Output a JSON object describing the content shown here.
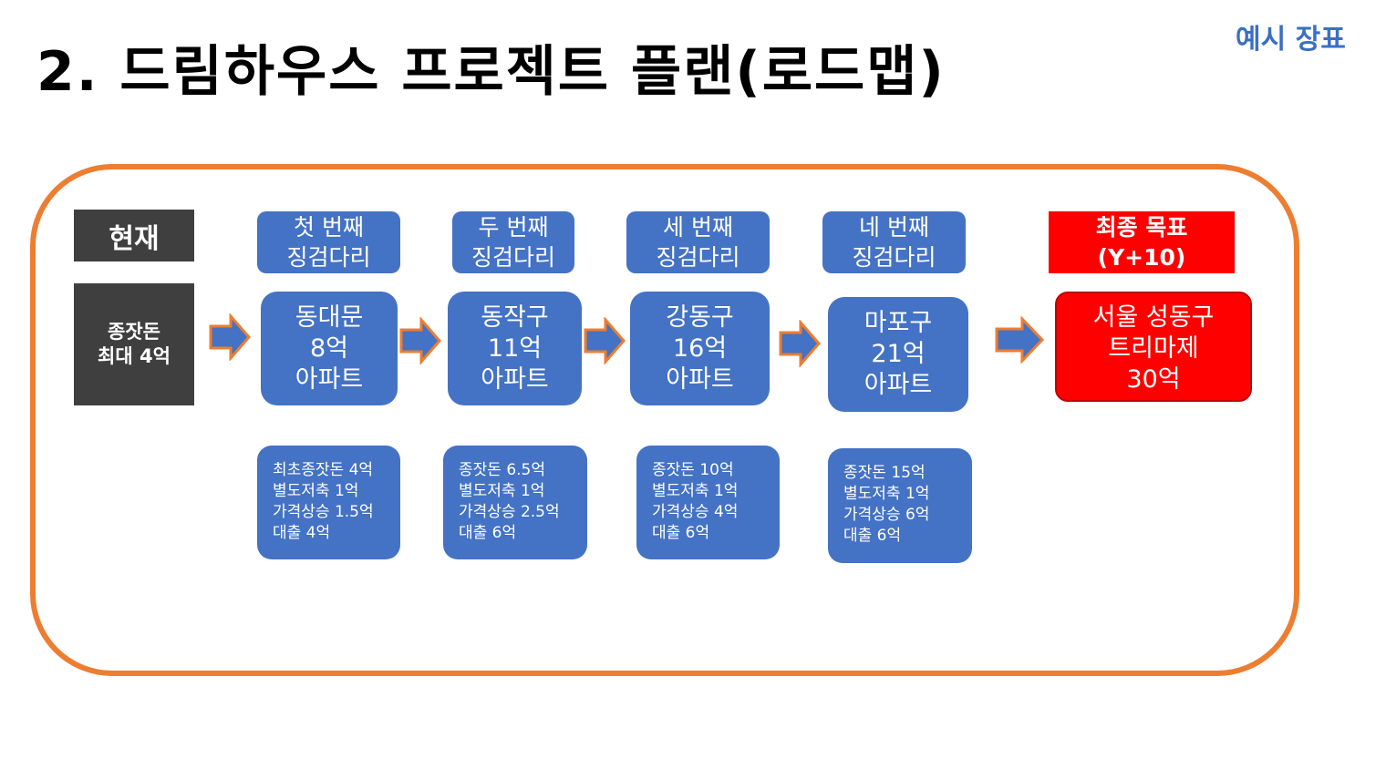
{
  "title": "2. 드림하우스 프로젝트 플랜(로드맵)",
  "tag": "예시 장표",
  "current": {
    "header": "현재",
    "body": "종잣돈\n최대 4억"
  },
  "steps": [
    {
      "header": "첫 번째\n징검다리",
      "body": "동대문\n8억\n아파트",
      "notes": "최초종잣돈 4억\n별도저축 1억\n가격상승 1.5억\n대출 4억"
    },
    {
      "header": "두 번째\n징검다리",
      "body": "동작구\n11억\n아파트",
      "notes": "종잣돈 6.5억\n별도저축 1억\n가격상승 2.5억\n대출 6억"
    },
    {
      "header": "세 번째\n징검다리",
      "body": "강동구\n16억\n아파트",
      "notes": "종잣돈 10억\n별도저축 1억\n가격상승 4억\n대출 6억"
    },
    {
      "header": "네 번째\n징검다리",
      "body": "마포구\n21억\n아파트",
      "notes": "종잣돈 15억\n별도저축 1억\n가격상승 6억\n대출 6억"
    }
  ],
  "goal": {
    "header": "최종 목표\n(Y+10)",
    "body": "서울 성동구\n트리마제\n30억"
  },
  "colors": {
    "frame": "#ed7d31",
    "step": "#4472c4",
    "goal": "#ff0000",
    "current": "#3f3f3f",
    "arrow_fill": "#4472c4",
    "arrow_stroke": "#ed7d31"
  }
}
